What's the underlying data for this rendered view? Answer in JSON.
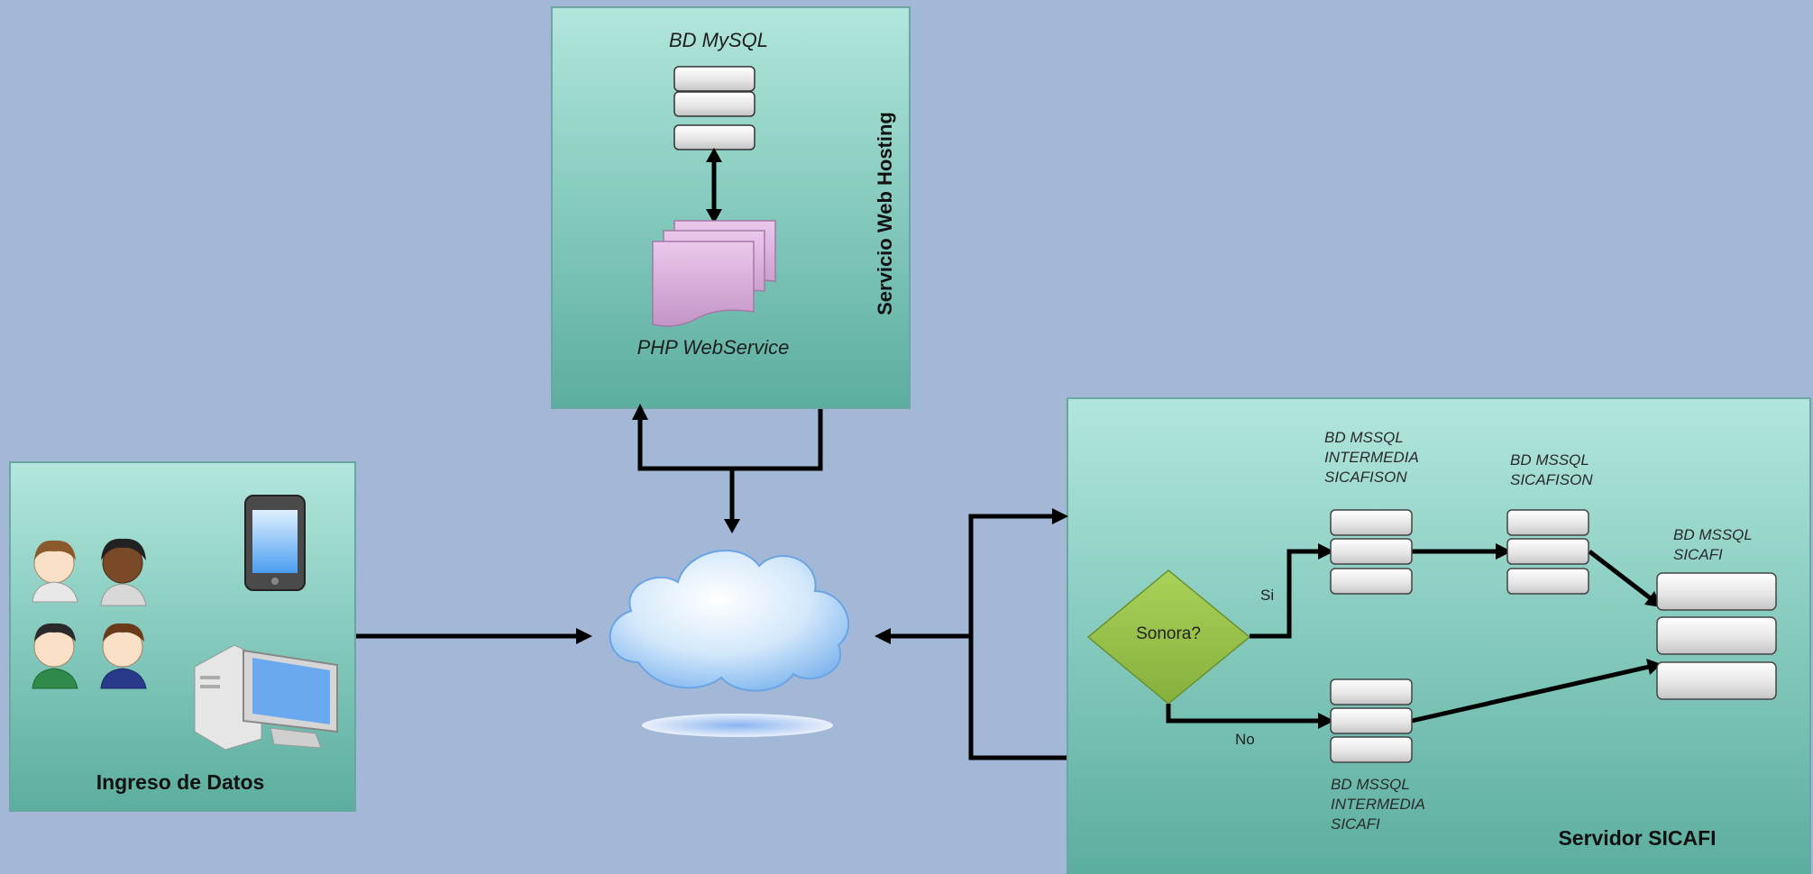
{
  "hosting": {
    "title": "Servicio Web Hosting",
    "db_label": "BD MySQL",
    "service_label": "PHP WebService"
  },
  "ingreso": {
    "title": "Ingreso de Datos"
  },
  "sicafi": {
    "title": "Servidor SICAFI",
    "decision": "Sonora?",
    "yes": "Si",
    "no": "No",
    "db_inter_sicafison": "BD MSSQL\nINTERMEDIA\nSICAFISON",
    "db_sicafison": "BD MSSQL\nSICAFISON",
    "db_sicafi": "BD MSSQL\nSICAFI",
    "db_inter_sicafi": "BD MSSQL\nINTERMEDIA\nSICAFI"
  },
  "colors": {
    "background": "#a2b8d6",
    "panel_top": "#b2e6dc",
    "panel_bottom": "#5cae9f",
    "decision": "#98c24a",
    "arrow": "#000000"
  }
}
